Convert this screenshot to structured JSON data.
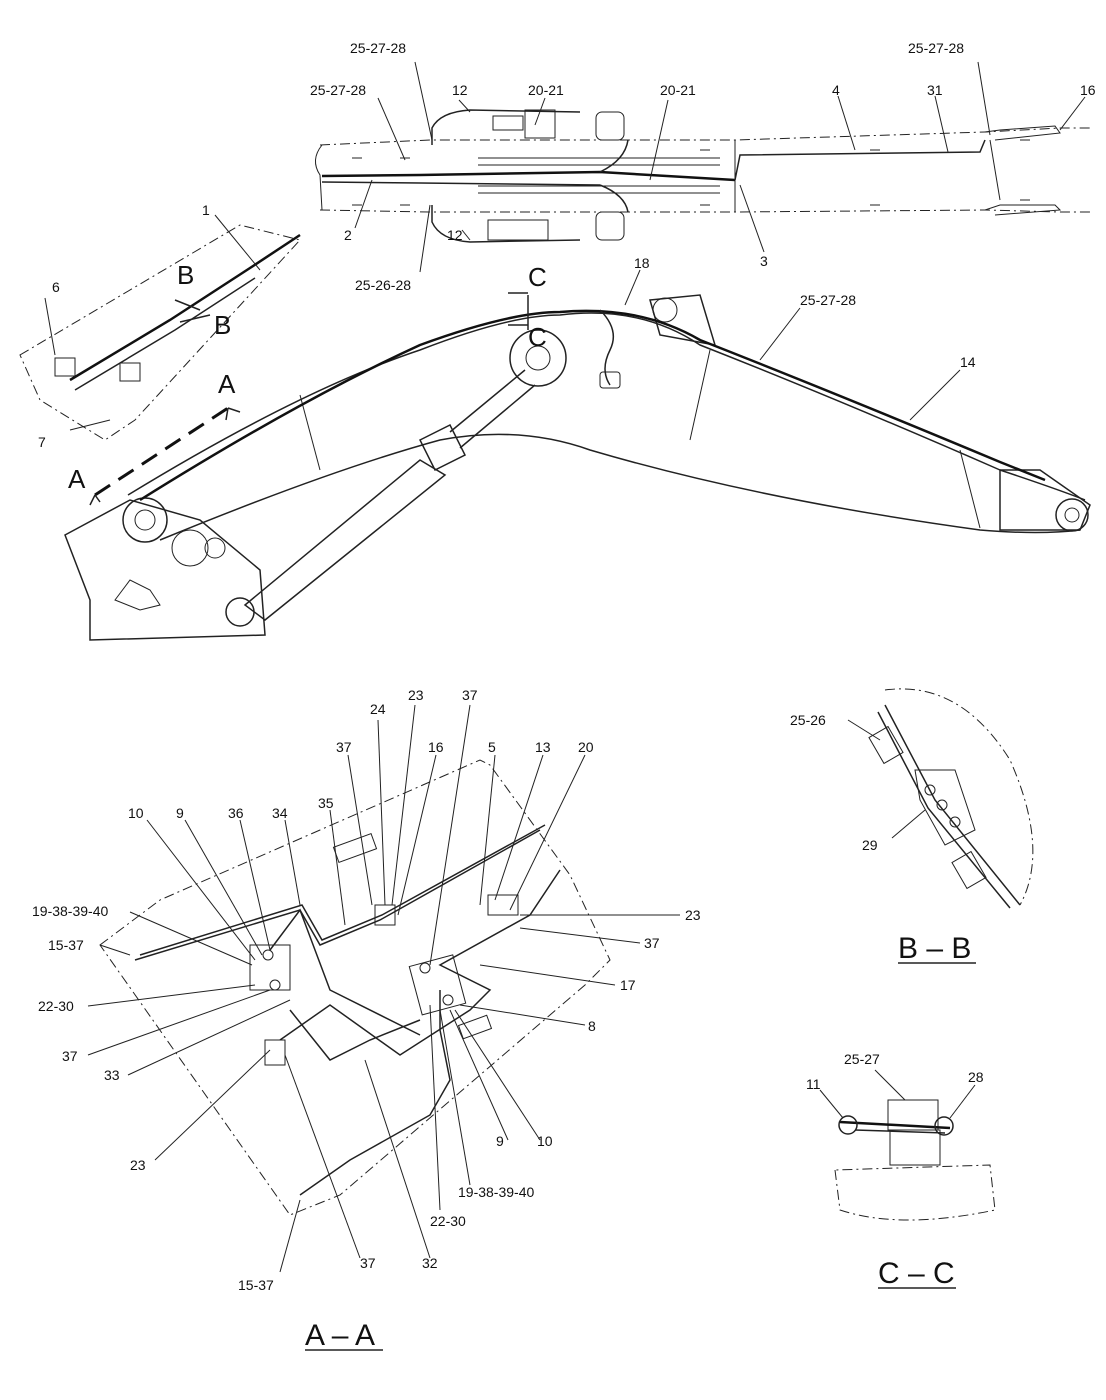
{
  "top_view": {
    "labels": {
      "l_25_27_28_a": "25-27-28",
      "l_25_27_28_b": "25-27-28",
      "l_25_27_28_c": "25-27-28",
      "l_12_top": "12",
      "l_20_21_a": "20-21",
      "l_20_21_b": "20-21",
      "l_4": "4",
      "l_31": "31",
      "l_16": "16",
      "l_2": "2",
      "l_12_bot": "12",
      "l_3": "3",
      "l_25_26_28": "25-26-28"
    }
  },
  "side_view": {
    "labels": {
      "l_1": "1",
      "l_6": "6",
      "l_7": "7",
      "l_18": "18",
      "l_25_27_28_d": "25-27-28",
      "l_14": "14",
      "sec_a_top": "A",
      "sec_a_bot": "A",
      "sec_b_top": "B",
      "sec_b_bot": "B",
      "sec_c_top": "C",
      "sec_c_bot": "C"
    }
  },
  "section_aa": {
    "title": "A – A",
    "labels": {
      "l_23_top": "23",
      "l_37_top": "37",
      "l_24": "24",
      "l_37_b": "37",
      "l_16": "16",
      "l_5": "5",
      "l_13": "13",
      "l_20": "20",
      "l_10_top": "10",
      "l_9_top": "9",
      "l_36": "36",
      "l_34": "34",
      "l_35": "35",
      "l_19_38_39_40_top": "19-38-39-40",
      "l_15_37_top": "15-37",
      "l_22_30_left": "22-30",
      "l_37_left": "37",
      "l_33": "33",
      "l_23_right": "23",
      "l_37_right": "37",
      "l_17": "17",
      "l_8": "8",
      "l_9_bot": "9",
      "l_10_bot": "10",
      "l_23_left": "23",
      "l_19_38_39_40_bot": "19-38-39-40",
      "l_22_30_bot": "22-30",
      "l_15_37_bot": "15-37",
      "l_37_bot": "37",
      "l_32": "32"
    }
  },
  "section_bb": {
    "title": "B – B",
    "labels": {
      "l_25_26": "25-26",
      "l_29": "29"
    }
  },
  "section_cc": {
    "title": "C – C",
    "labels": {
      "l_25_27": "25-27",
      "l_11": "11",
      "l_28": "28"
    }
  }
}
